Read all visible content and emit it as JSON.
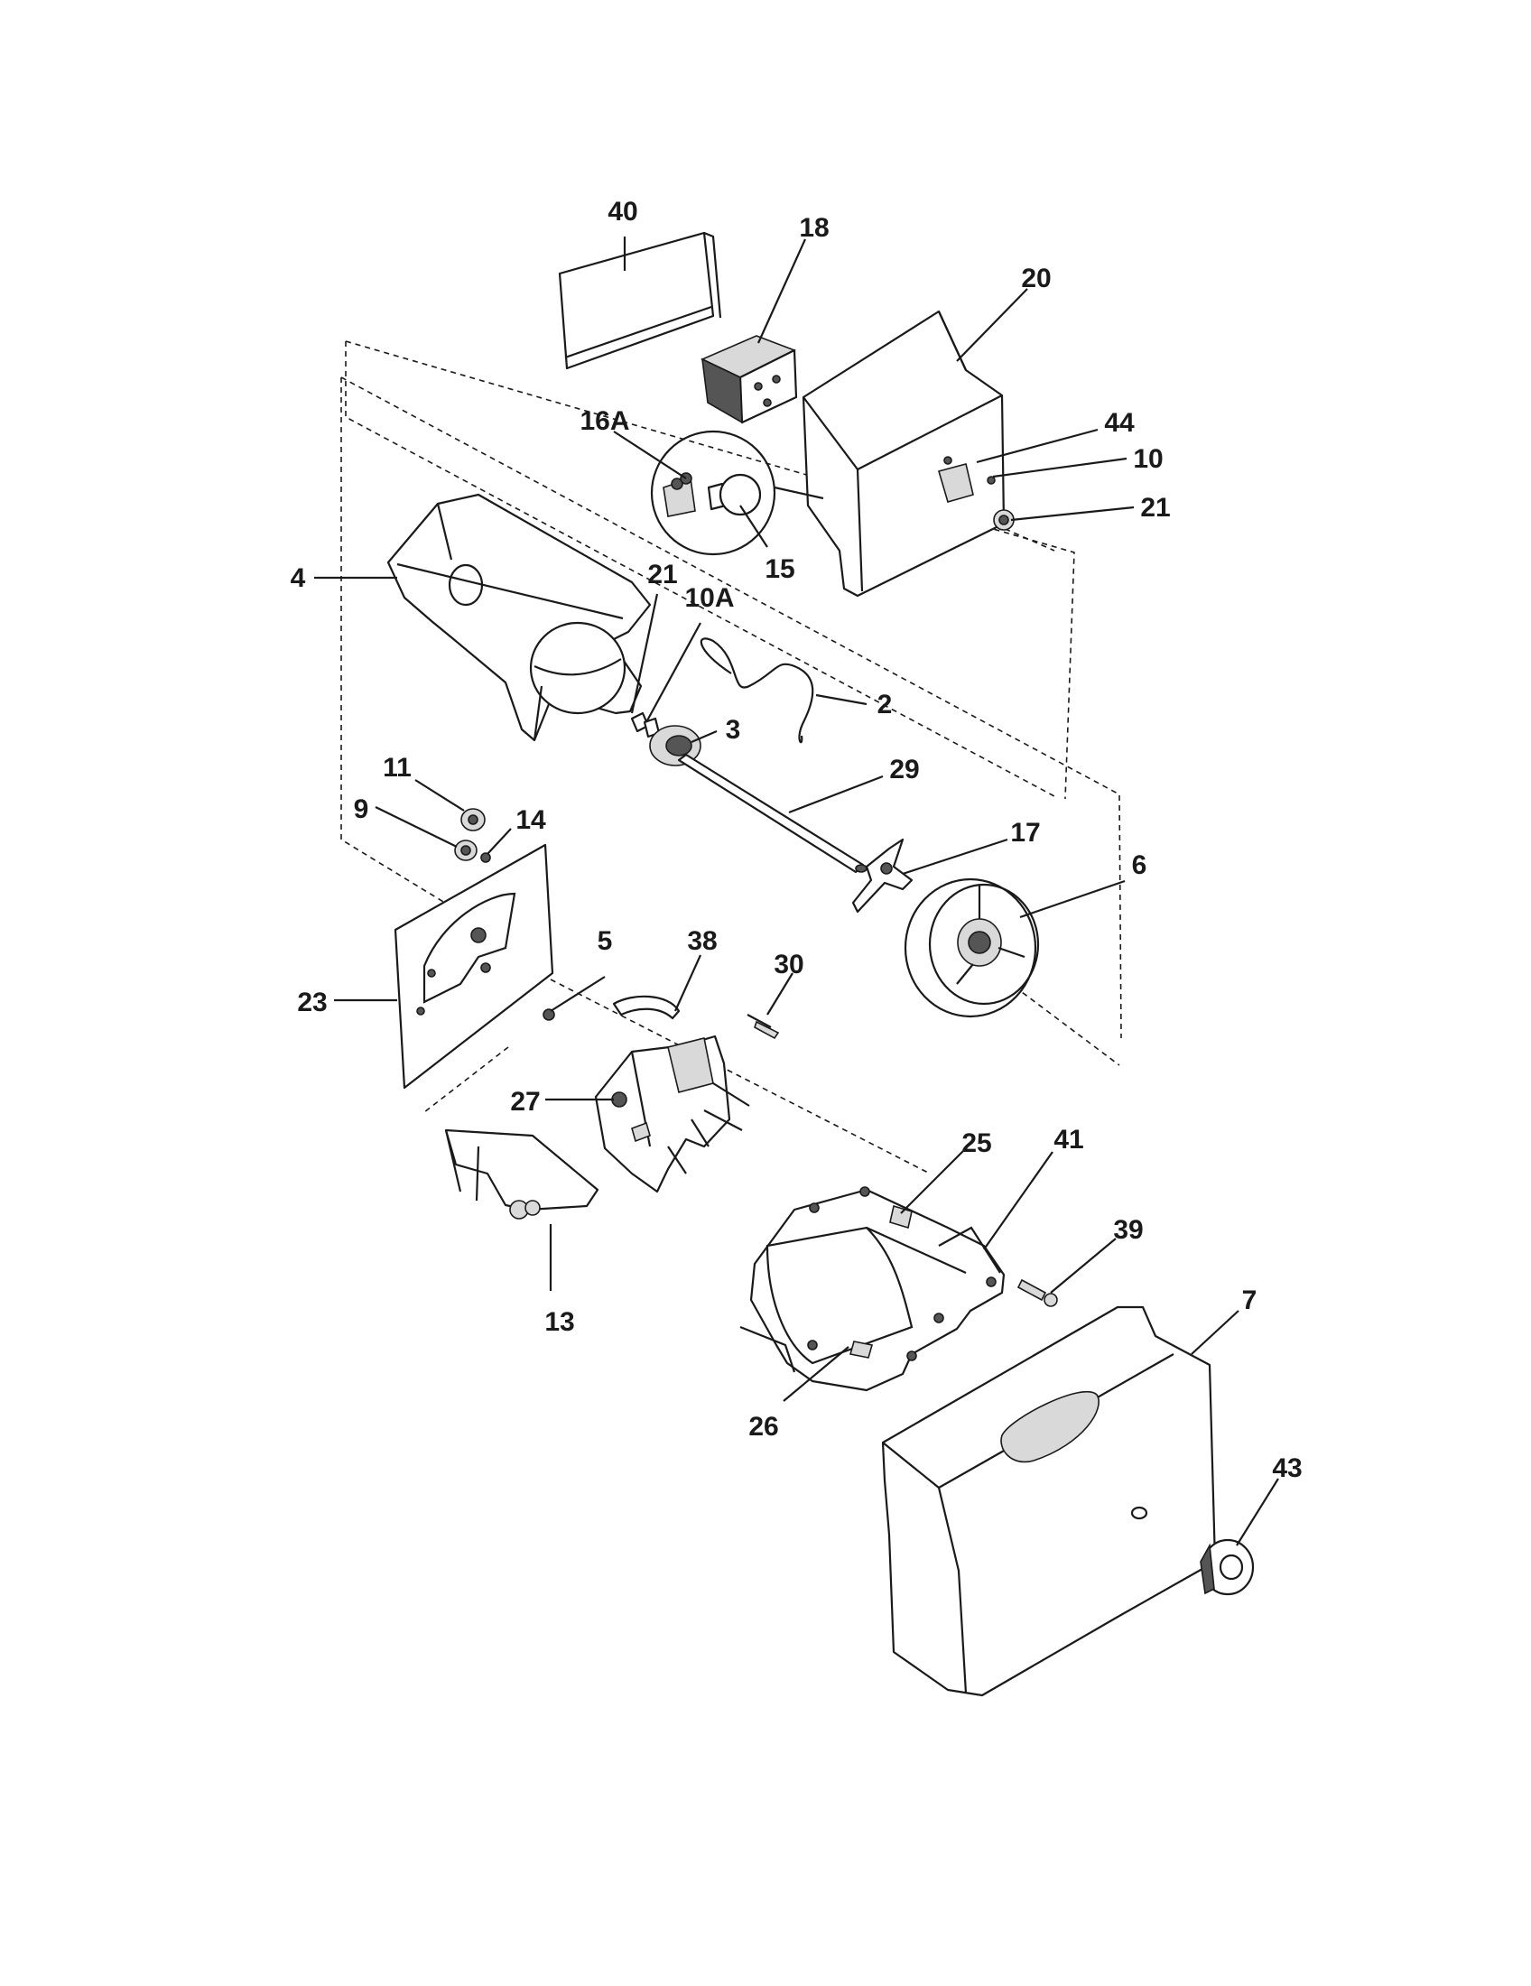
{
  "callouts": [
    {
      "id": "40",
      "text": "40"
    },
    {
      "id": "18",
      "text": "18"
    },
    {
      "id": "20",
      "text": "20"
    },
    {
      "id": "44",
      "text": "44"
    },
    {
      "id": "16A",
      "text": "16A"
    },
    {
      "id": "10",
      "text": "10"
    },
    {
      "id": "21a",
      "text": "21"
    },
    {
      "id": "15",
      "text": "15"
    },
    {
      "id": "4",
      "text": "4"
    },
    {
      "id": "21b",
      "text": "21"
    },
    {
      "id": "10A",
      "text": "10A"
    },
    {
      "id": "2",
      "text": "2"
    },
    {
      "id": "3",
      "text": "3"
    },
    {
      "id": "29",
      "text": "29"
    },
    {
      "id": "11",
      "text": "11"
    },
    {
      "id": "9",
      "text": "9"
    },
    {
      "id": "14",
      "text": "14"
    },
    {
      "id": "17",
      "text": "17"
    },
    {
      "id": "6",
      "text": "6"
    },
    {
      "id": "5",
      "text": "5"
    },
    {
      "id": "38",
      "text": "38"
    },
    {
      "id": "30",
      "text": "30"
    },
    {
      "id": "23",
      "text": "23"
    },
    {
      "id": "27",
      "text": "27"
    },
    {
      "id": "25",
      "text": "25"
    },
    {
      "id": "41",
      "text": "41"
    },
    {
      "id": "39",
      "text": "39"
    },
    {
      "id": "13",
      "text": "13"
    },
    {
      "id": "7",
      "text": "7"
    },
    {
      "id": "26",
      "text": "26"
    },
    {
      "id": "43",
      "text": "43"
    }
  ],
  "colors": {
    "ink": "#1a1a1a",
    "paper": "#ffffff"
  }
}
